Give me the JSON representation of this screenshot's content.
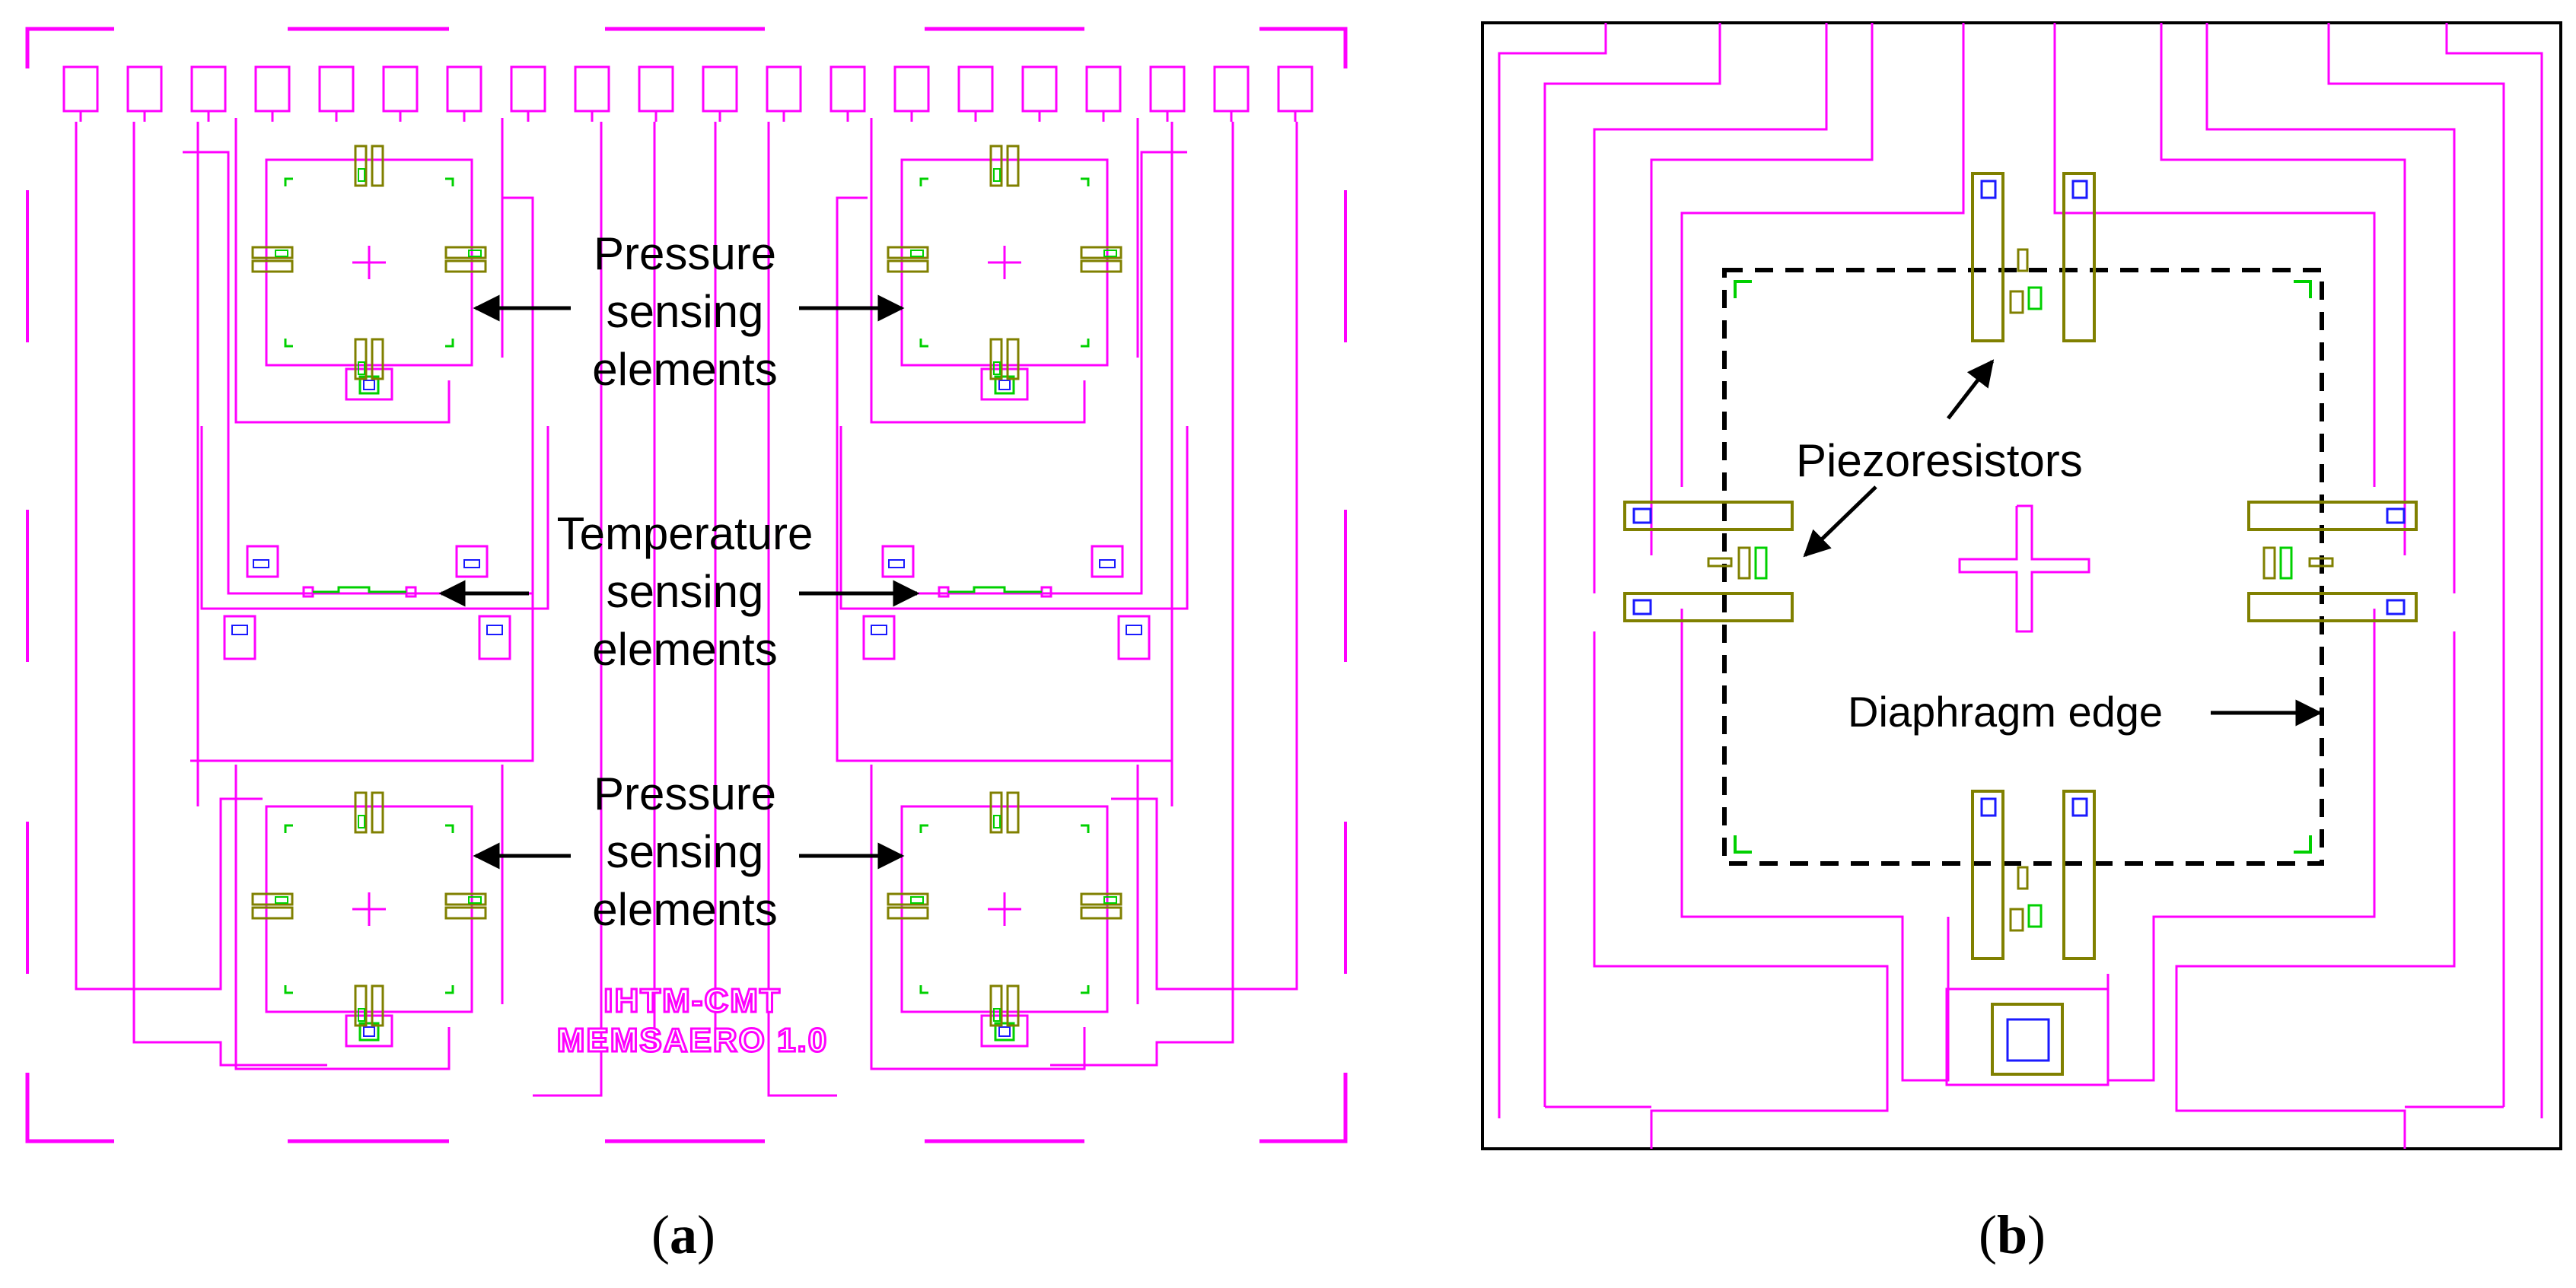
{
  "colors": {
    "metal": "#ff00ff",
    "resistor": "#808000",
    "implant": "#00d000",
    "contact": "#1a1aff",
    "frame": "#000000"
  },
  "panel_a": {
    "labels": {
      "pressure_top": [
        "Pressure",
        "sensing",
        "elements"
      ],
      "temperature": [
        "Temperature",
        "sensing",
        "elements"
      ],
      "pressure_bottom": [
        "Pressure",
        "sensing",
        "elements"
      ]
    },
    "chip_text": [
      "IHTM-CMT",
      "MEMSAERO 1.0"
    ],
    "caption_letter": "a"
  },
  "panel_b": {
    "labels": {
      "piezoresistors": "Piezoresistors",
      "diaphragm_edge": "Diaphragm edge"
    },
    "caption_letter": "b"
  }
}
